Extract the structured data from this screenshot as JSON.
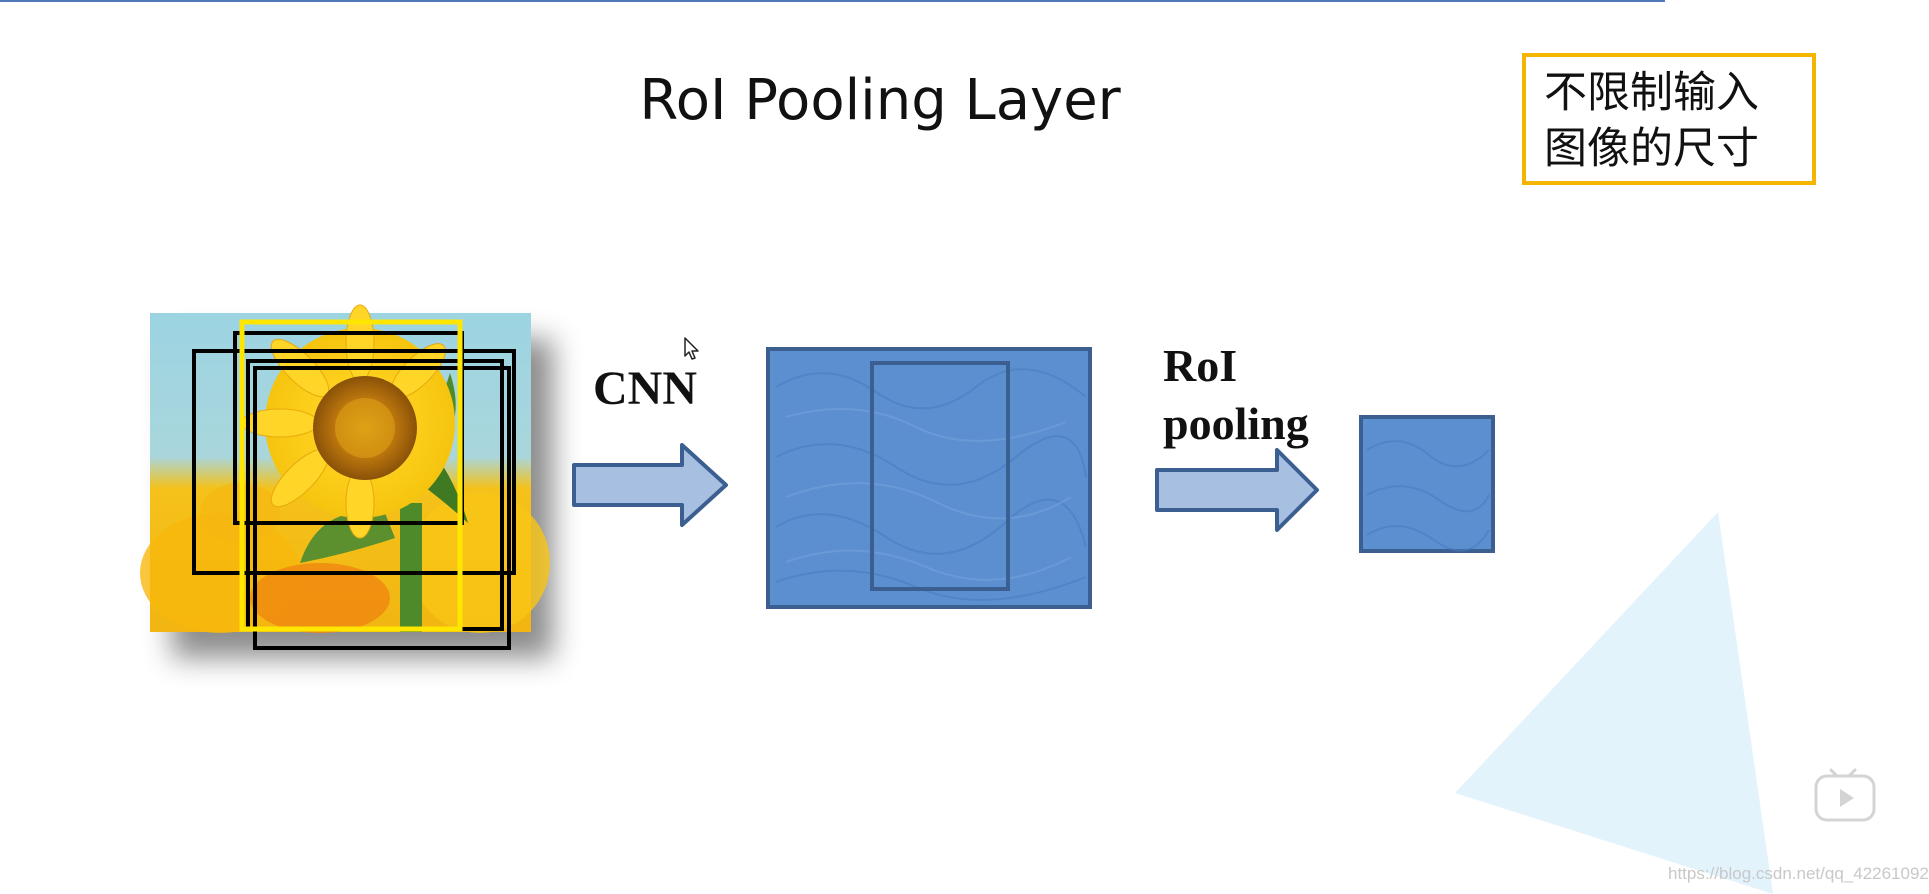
{
  "slide": {
    "title": "RoI Pooling Layer",
    "note_lines": [
      "不限制输入",
      "图像的尺寸"
    ],
    "cnn_label": "CNN",
    "roi_label_lines": [
      "RoI",
      "pooling"
    ],
    "watermark": "https://blog.csdn.net/qq_42261092"
  },
  "icons": {
    "player": "video-play-icon",
    "cursor": "mouse-pointer-icon"
  },
  "colors": {
    "feature_fill": "#5b8fd0",
    "feature_border": "#3b5f91",
    "arrow_fill": "#a7bfe0",
    "note_border": "#f4b400",
    "title_rule": "#4f79b8",
    "triangle": "#e3f3fc"
  }
}
